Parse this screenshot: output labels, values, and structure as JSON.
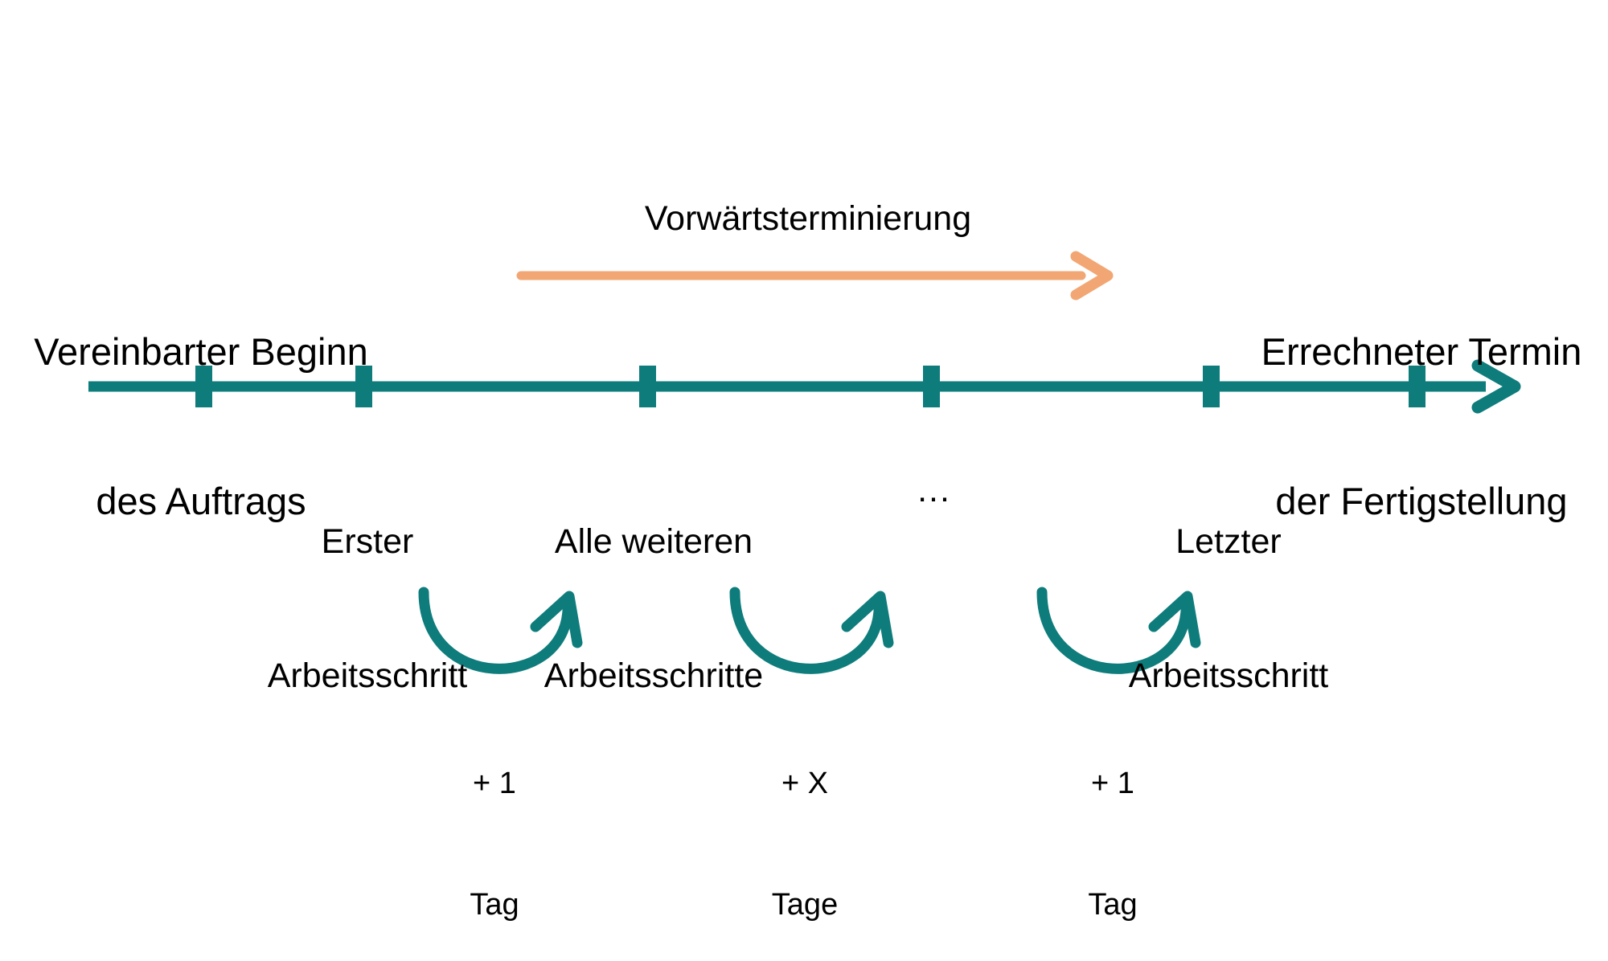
{
  "diagram": {
    "title_text": "Vorwärtsterminierung",
    "background_color": "#ffffff",
    "timeline_color": "#0F7C7C",
    "phase_arrow_color": "#F2A673",
    "text_color": "#000000",
    "start_label": {
      "line1": "Vereinbarter Beginn",
      "line2": "des Auftrags"
    },
    "end_label": {
      "line1": "Errechneter Termin",
      "line2": "der Fertigstellung"
    },
    "phase_label": "Vorwärtsterminierung",
    "ellipsis": "...",
    "steps": [
      {
        "line1": "Erster",
        "line2": "Arbeitsschritt"
      },
      {
        "line1": "Alle weiteren",
        "line2": "Arbeitsschritte"
      },
      {
        "line1": "Letzter",
        "line2": "Arbeitsschritt"
      }
    ],
    "durations": [
      {
        "amount": "+ 1",
        "unit": "Tag"
      },
      {
        "amount": "+ X",
        "unit": "Tage"
      },
      {
        "amount": "+ 1",
        "unit": "Tag"
      }
    ]
  }
}
